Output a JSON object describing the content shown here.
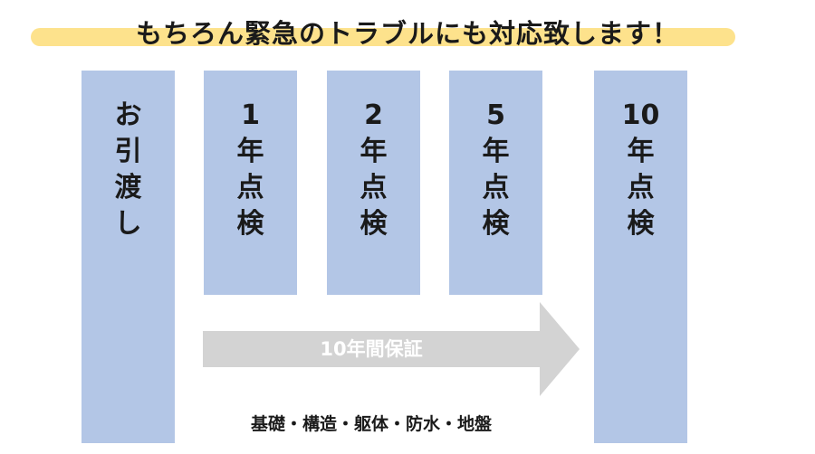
{
  "headline": "もちろん緊急のトラブルにも対応致します！",
  "columns": [
    {
      "id": "handover",
      "label": "お引渡し"
    },
    {
      "id": "check-1",
      "label": "1年点検"
    },
    {
      "id": "check-2",
      "label": "2年点検"
    },
    {
      "id": "check-5",
      "label": "5年点検"
    },
    {
      "id": "check-10",
      "label": "10年点検"
    }
  ],
  "warranty": {
    "label": "10年間保証"
  },
  "coverage": "基礎・構造・躯体・防水・地盤",
  "colors": {
    "column": "#b3c6e6",
    "arrow": "#d3d3d3",
    "banner": "#fde28c"
  }
}
